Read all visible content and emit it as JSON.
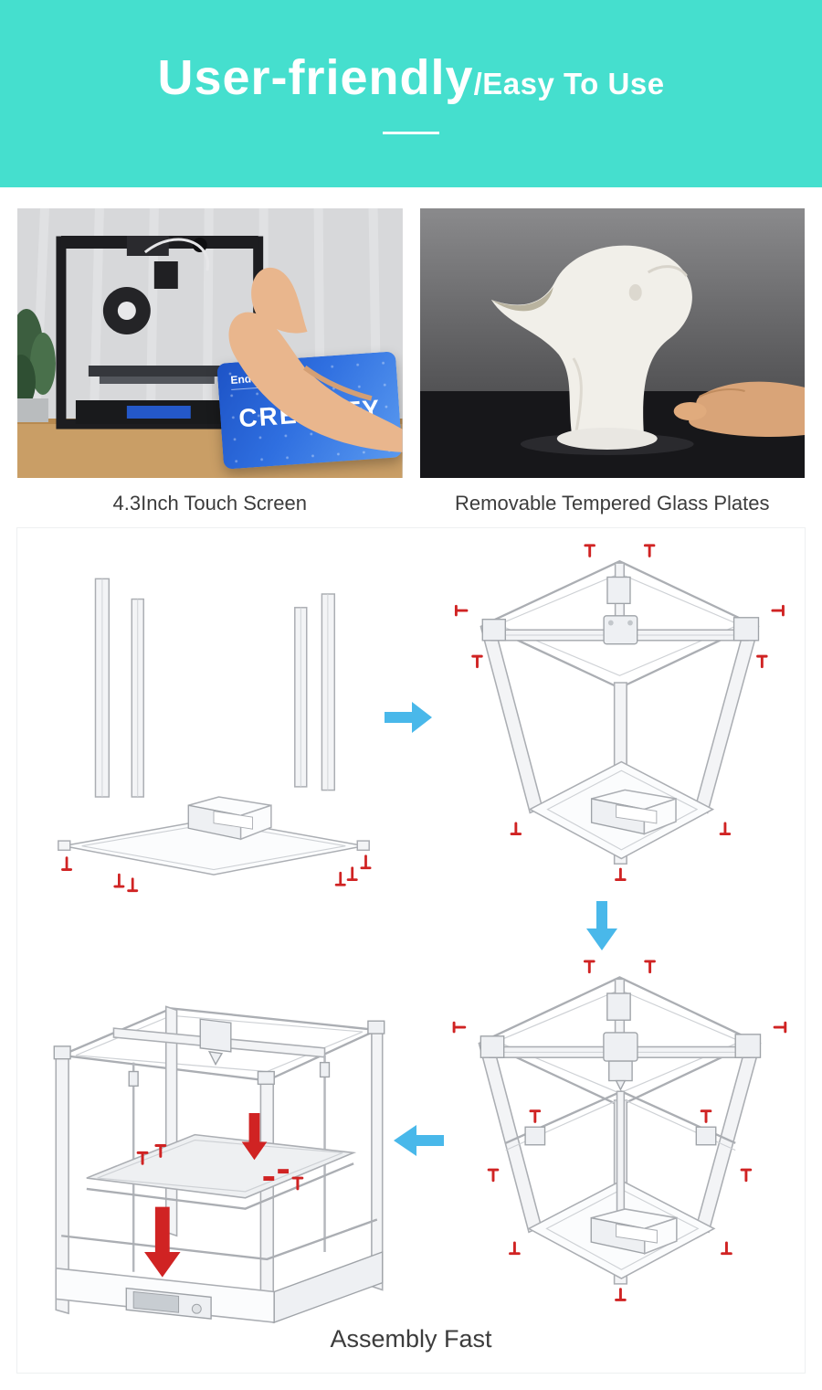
{
  "banner": {
    "title_main": "User-friendly",
    "title_sub": "/Easy To Use",
    "bg_color": "#45dfce",
    "text_color": "#ffffff"
  },
  "features": [
    {
      "caption": "4.3Inch Touch Screen"
    },
    {
      "caption": "Removable Tempered Glass Plates"
    }
  ],
  "card": {
    "model": "Ender-5 Plus",
    "brand": "CREALITY",
    "bg_color": "#2f6fe0"
  },
  "assembly": {
    "caption": "Assembly Fast",
    "arrow_color": "#49b8ea",
    "screw_color": "#d02323",
    "diagram_line_color": "#abaeb3"
  }
}
